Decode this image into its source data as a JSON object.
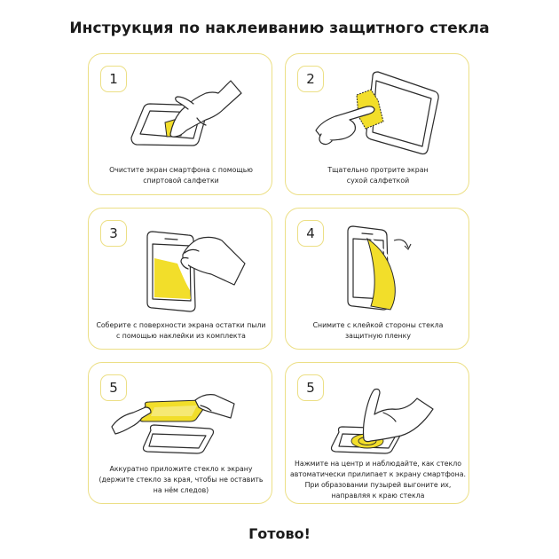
{
  "title": "Инструкция по наклеиванию защитного стекла",
  "steps": [
    {
      "number": "1",
      "lines": [
        "Очистите экран смартфона с помощью",
        "спиртовой салфетки"
      ]
    },
    {
      "number": "2",
      "lines": [
        "Тщательно протрите экран",
        "сухой салфеткой"
      ]
    },
    {
      "number": "3",
      "lines": [
        "Соберите с поверхности экрана остатки пыли",
        "с помощью наклейки из комплекта"
      ]
    },
    {
      "number": "4",
      "lines": [
        "Снимите с клейкой стороны стекла",
        "защитную пленку"
      ]
    },
    {
      "number": "5",
      "lines": [
        "Аккуратно приложите стекло к экрану",
        "(держите стекло за края, чтобы не оставить",
        "на нём следов)"
      ]
    },
    {
      "number": "5",
      "lines": [
        "Нажмите на центр и наблюдайте, как стекло",
        "автоматически прилипает к экрану смартфона.",
        "При образовании пузырей выгоните их,",
        "направляя к краю стекла"
      ]
    }
  ],
  "footer": "Готово!",
  "colors": {
    "accent": "#f2de2a",
    "border": "#ecdf85",
    "line": "#2b2b2b"
  }
}
